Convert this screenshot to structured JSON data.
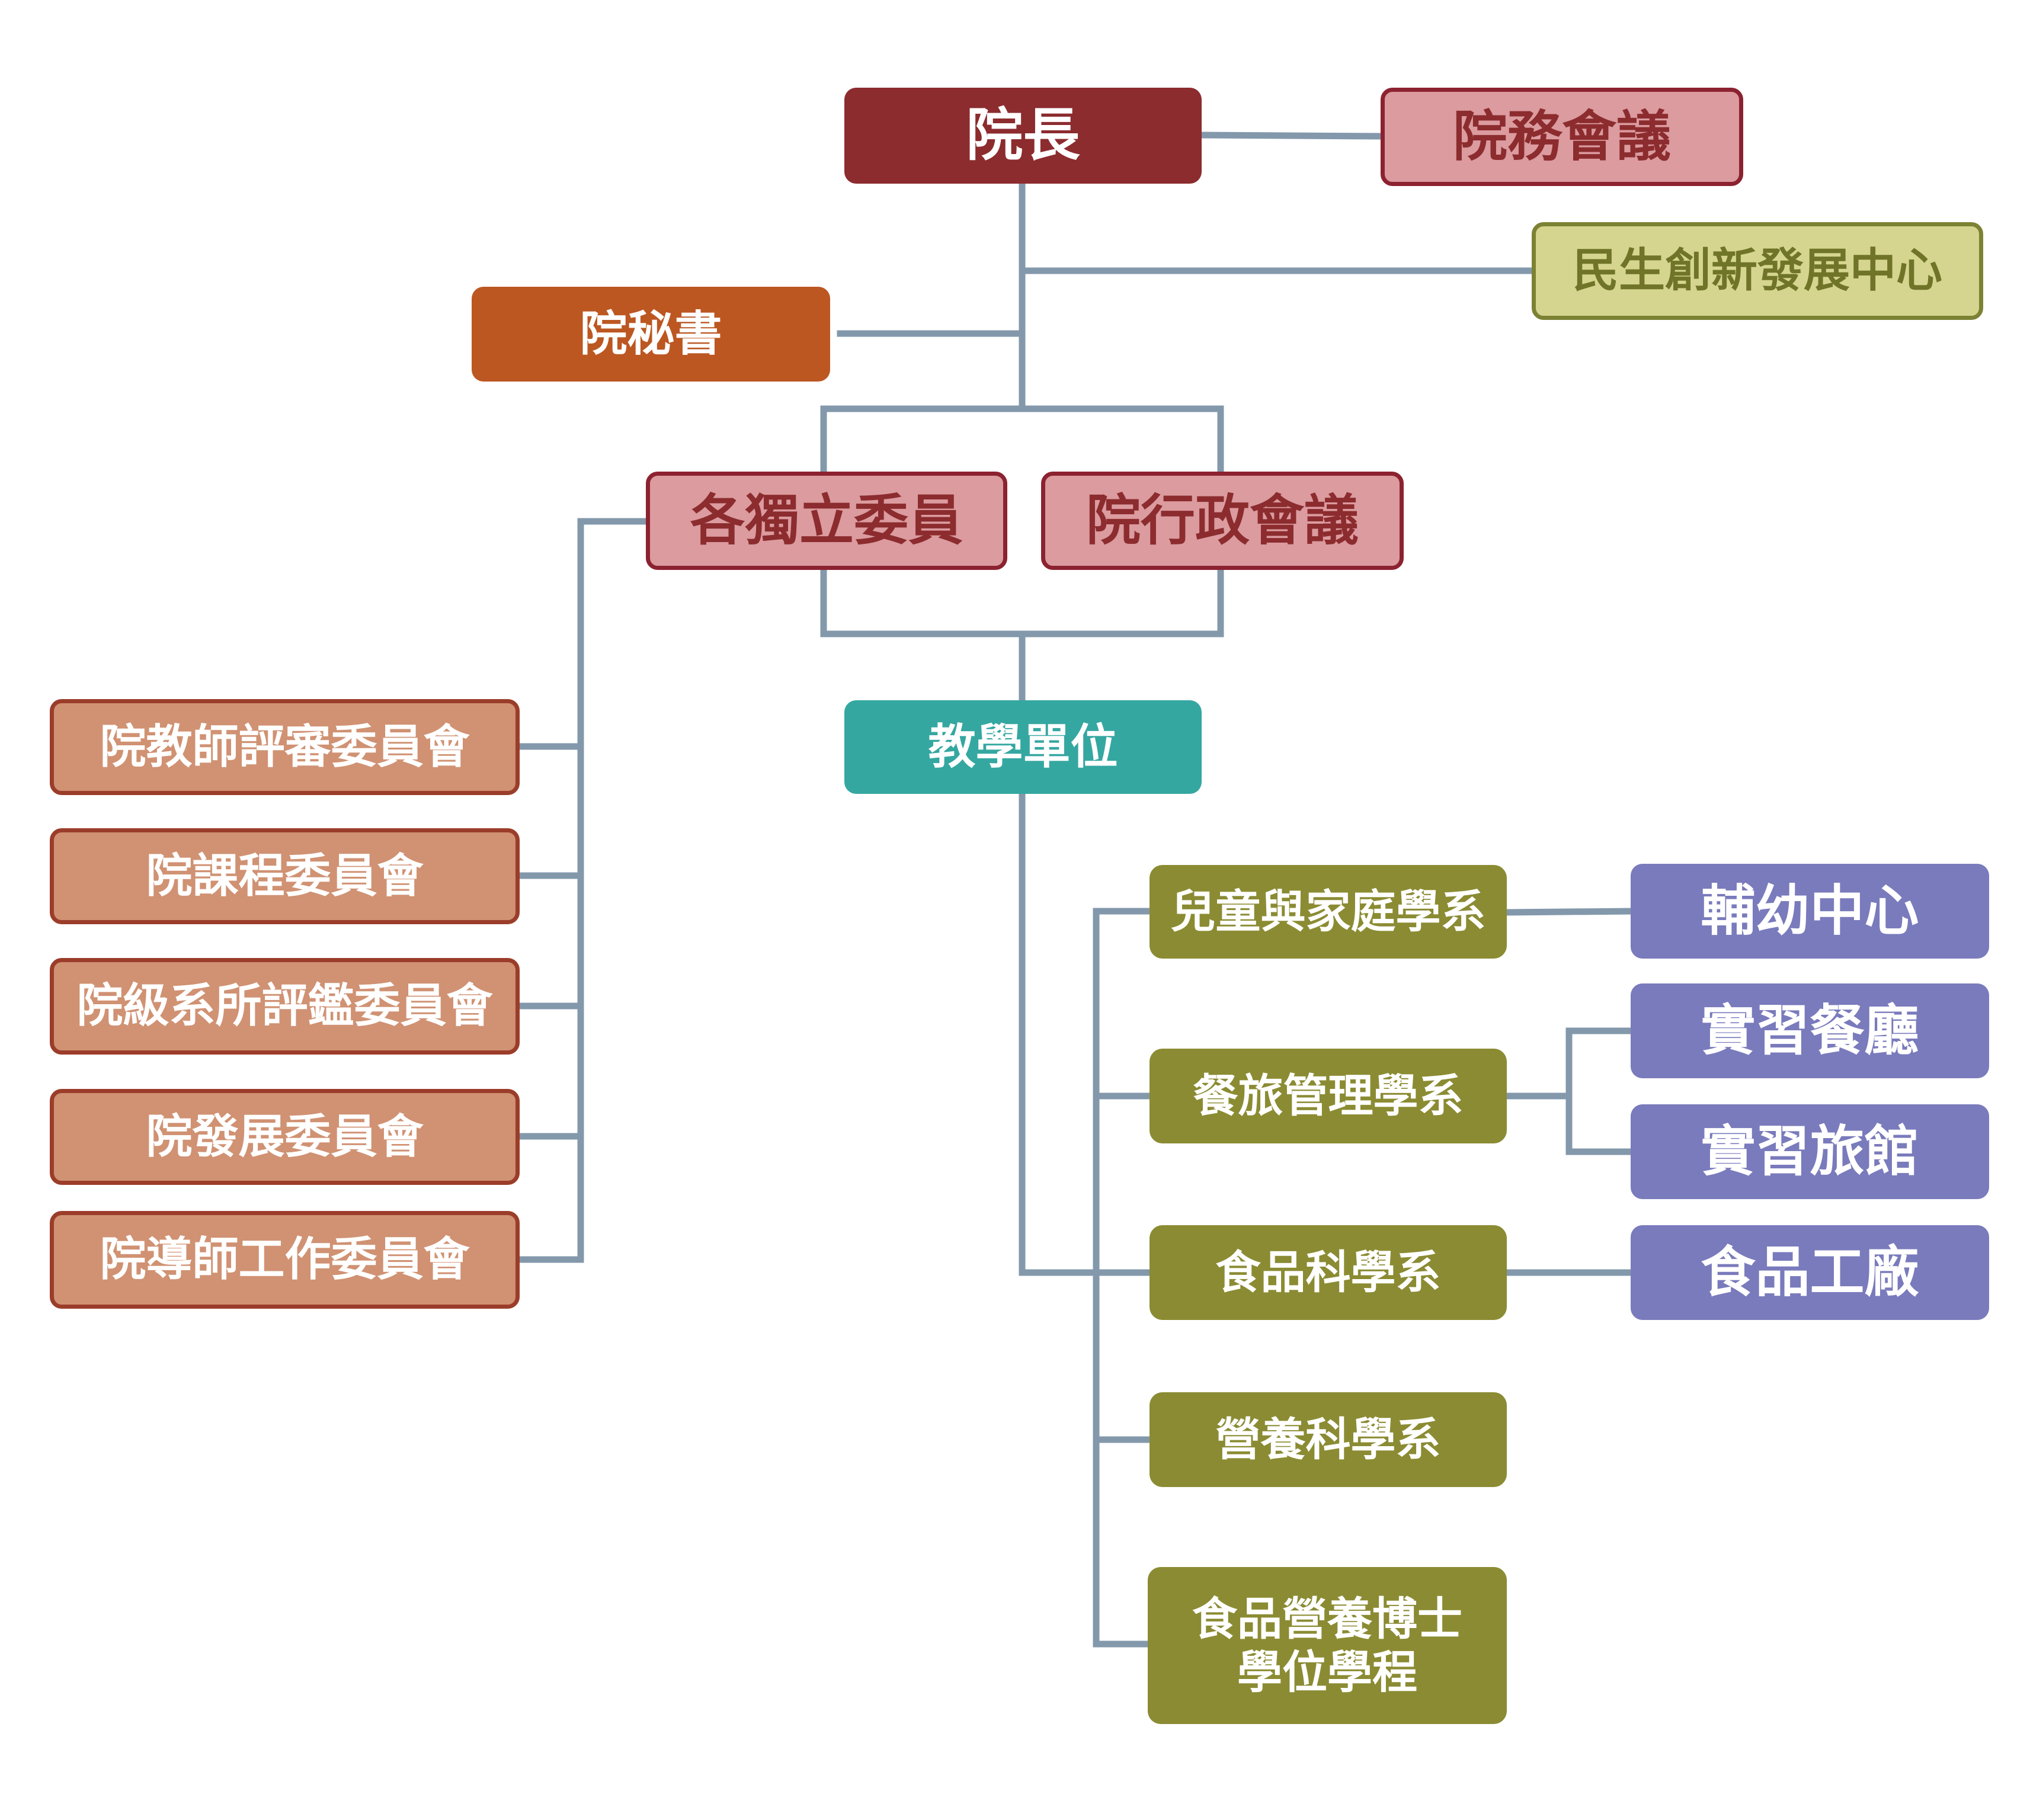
{
  "leadership": {
    "dean": "院長",
    "college_affairs_meeting": "院務會議",
    "innovation_center": "民生創新發展中心",
    "secretary": "院秘書",
    "independent_committees": "各獨立委員",
    "administrative_meeting": "院行政會議"
  },
  "committees": [
    "院教師評審委員會",
    "院課程委員會",
    "院級系所評鑑委員會",
    "院發展委員會",
    "院導師工作委員會"
  ],
  "teaching_units": {
    "label": "教學單位",
    "departments": [
      "兒童與家庭學系",
      "餐旅管理學系",
      "食品科學系",
      "營養科學系",
      "食品營養博士",
      "學位學程"
    ],
    "affiliated_units": [
      "輔幼中心",
      "實習餐廳",
      "實習旅館",
      "食品工廠"
    ]
  }
}
